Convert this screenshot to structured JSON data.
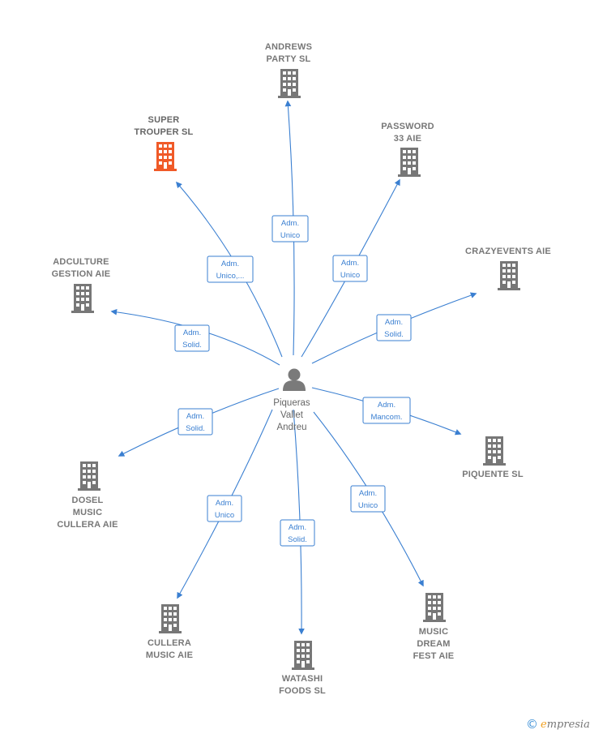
{
  "colors": {
    "edge": "#3a7fd1",
    "building": "#777777",
    "building_highlight": "#f05a28",
    "brand_accent": "#f0a020",
    "brand_copyright": "#3b8fd6"
  },
  "center": {
    "icon": "person-icon",
    "label_lines": [
      "Piqueras",
      "Vallet",
      "Andreu"
    ]
  },
  "companies": [
    {
      "id": "andrews-party-sl",
      "label_lines": [
        "ANDREWS",
        "PARTY  SL"
      ],
      "icon": "building-icon",
      "highlight": false,
      "relation_lines": [
        "Adm.",
        "Unico"
      ]
    },
    {
      "id": "super-trouper-sl",
      "label_lines": [
        "SUPER",
        "TROUPER  SL"
      ],
      "icon": "building-icon",
      "highlight": true,
      "relation_lines": [
        "Adm.",
        "Unico,..."
      ]
    },
    {
      "id": "password-33-aie",
      "label_lines": [
        "PASSWORD",
        "33  AIE"
      ],
      "icon": "building-icon",
      "highlight": false,
      "relation_lines": [
        "Adm.",
        "Unico"
      ]
    },
    {
      "id": "crazyevents-aie",
      "label_lines": [
        "CRAZYEVENTS AIE"
      ],
      "icon": "building-icon",
      "highlight": false,
      "relation_lines": [
        "Adm.",
        "Solid."
      ]
    },
    {
      "id": "adculture-gestion-aie",
      "label_lines": [
        "ADCULTURE",
        "GESTION  AIE"
      ],
      "icon": "building-icon",
      "highlight": false,
      "relation_lines": [
        "Adm.",
        "Solid."
      ]
    },
    {
      "id": "piquente-sl",
      "label_lines": [
        "PIQUENTE  SL"
      ],
      "icon": "building-icon",
      "highlight": false,
      "relation_lines": [
        "Adm.",
        "Mancom."
      ]
    },
    {
      "id": "dosel-music-cullera-aie",
      "label_lines": [
        "DOSEL",
        "MUSIC",
        "CULLERA  AIE"
      ],
      "icon": "building-icon",
      "highlight": false,
      "relation_lines": [
        "Adm.",
        "Solid."
      ]
    },
    {
      "id": "cullera-music-aie",
      "label_lines": [
        "CULLERA",
        "MUSIC  AIE"
      ],
      "icon": "building-icon",
      "highlight": false,
      "relation_lines": [
        "Adm.",
        "Unico"
      ]
    },
    {
      "id": "watashi-foods-sl",
      "label_lines": [
        "WATASHI",
        "FOODS  SL"
      ],
      "icon": "building-icon",
      "highlight": false,
      "relation_lines": [
        "Adm.",
        "Solid."
      ]
    },
    {
      "id": "music-dream-fest-aie",
      "label_lines": [
        "MUSIC",
        "DREAM",
        "FEST  AIE"
      ],
      "icon": "building-icon",
      "highlight": false,
      "relation_lines": [
        "Adm.",
        "Unico"
      ]
    }
  ],
  "brand": {
    "copyright_symbol": "©",
    "initial": "e",
    "rest": "mpresia"
  }
}
